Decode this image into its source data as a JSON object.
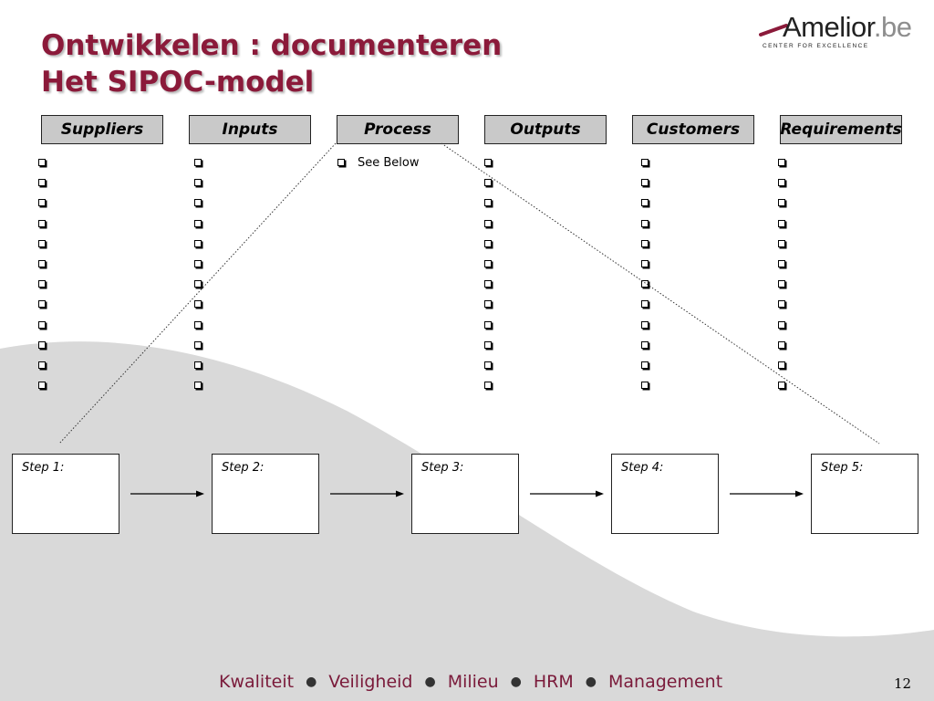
{
  "title": {
    "line1": "Ontwikkelen : documenteren",
    "line2": "Het SIPOC-model"
  },
  "logo": {
    "name": "Amelior",
    "tld": ".be",
    "tagline": "CENTER FOR EXCELLENCE"
  },
  "headers": [
    "Suppliers",
    "Inputs",
    "Process",
    "Outputs",
    "Customers",
    "Requirements"
  ],
  "process_item": "See Below",
  "steps": [
    "Step 1:",
    "Step 2:",
    "Step 3:",
    "Step 4:",
    "Step 5:"
  ],
  "footer": [
    "Kwaliteit",
    "Veiligheid",
    "Milieu",
    "HRM",
    "Management"
  ],
  "page_number": "12",
  "colors": {
    "title": "#8b1a3a",
    "header_fill": "#c9c9c9",
    "wave": "#d9d9d9",
    "footer_text": "#7a1a3a"
  }
}
